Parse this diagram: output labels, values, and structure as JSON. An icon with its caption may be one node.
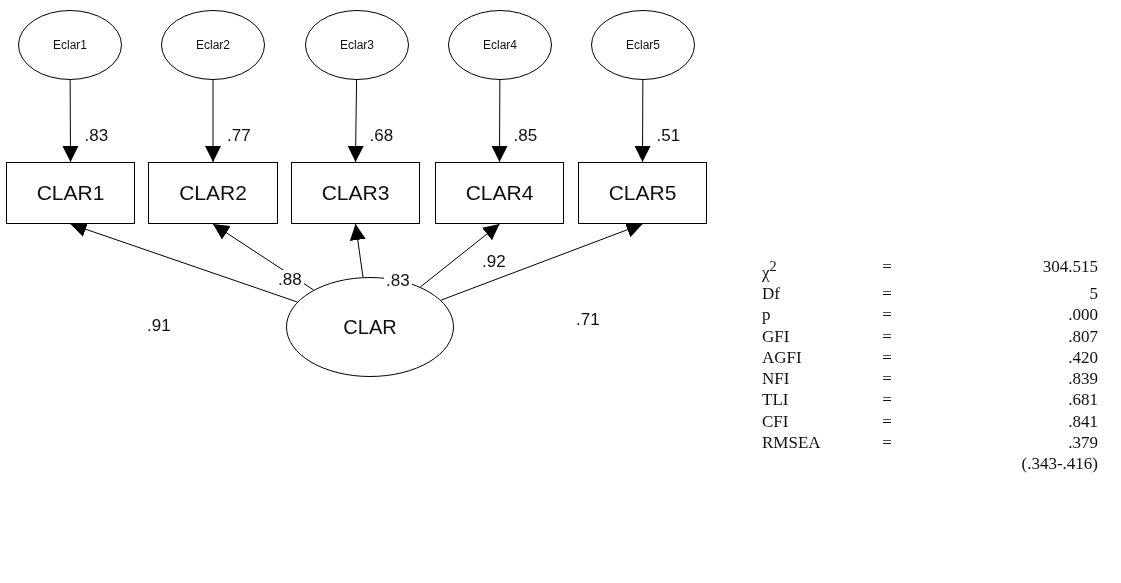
{
  "diagram": {
    "nodes": [
      {
        "text": [
          "Eclar1"
        ]
      },
      {
        "text": [
          "Eclar2"
        ]
      },
      {
        "text": [
          "Eclar3"
        ]
      },
      {
        "text": [
          "Eclar4"
        ]
      },
      {
        "text": [
          "Eclar5"
        ]
      },
      {
        "text": [
          "CLAR1"
        ],
        "beside": [
          ".83"
        ]
      },
      {
        "text": [
          "CLAR2"
        ],
        "beside": [
          ".77"
        ]
      },
      {
        "text": [
          "CLAR3"
        ],
        "beside": [
          ".68"
        ]
      },
      {
        "text": [
          "CLAR4"
        ],
        "beside": [
          ".85"
        ]
      },
      {
        "text": [
          "CLAR5"
        ],
        "beside": [
          ".51"
        ]
      },
      {
        "text": [
          "CLAR"
        ]
      }
    ],
    "edges": [
      {
        "from": 0,
        "to": 5,
        "arrow": "to"
      },
      {
        "from": 1,
        "to": 6,
        "arrow": "to"
      },
      {
        "from": 2,
        "to": 7,
        "arrow": "to"
      },
      {
        "from": 3,
        "to": 8,
        "arrow": "to"
      },
      {
        "from": 4,
        "to": 9,
        "arrow": "to"
      },
      {
        "from": 10,
        "to": 5,
        "arrow": "to",
        "label": ".91"
      },
      {
        "from": 10,
        "to": 6,
        "arrow": "to",
        "label": ".88"
      },
      {
        "from": 10,
        "to": 7,
        "arrow": "to",
        "label": ".83"
      },
      {
        "from": 10,
        "to": 8,
        "arrow": "to",
        "label": ".92"
      },
      {
        "from": 10,
        "to": 9,
        "arrow": "to",
        "label": ".71"
      }
    ],
    "labels": [
      "χ$^{2}$",
      "=",
      "304.515",
      "Df",
      "=",
      "5",
      "p",
      "=",
      ".000",
      "GFI",
      "=",
      ".807",
      "AGFI",
      "=",
      ".420",
      "NFI",
      "=",
      ".839",
      "TLI",
      "=",
      ".681",
      "CFI",
      "=",
      ".841",
      "RMSEA",
      "=",
      ".379",
      "(.343-.416)"
    ]
  }
}
